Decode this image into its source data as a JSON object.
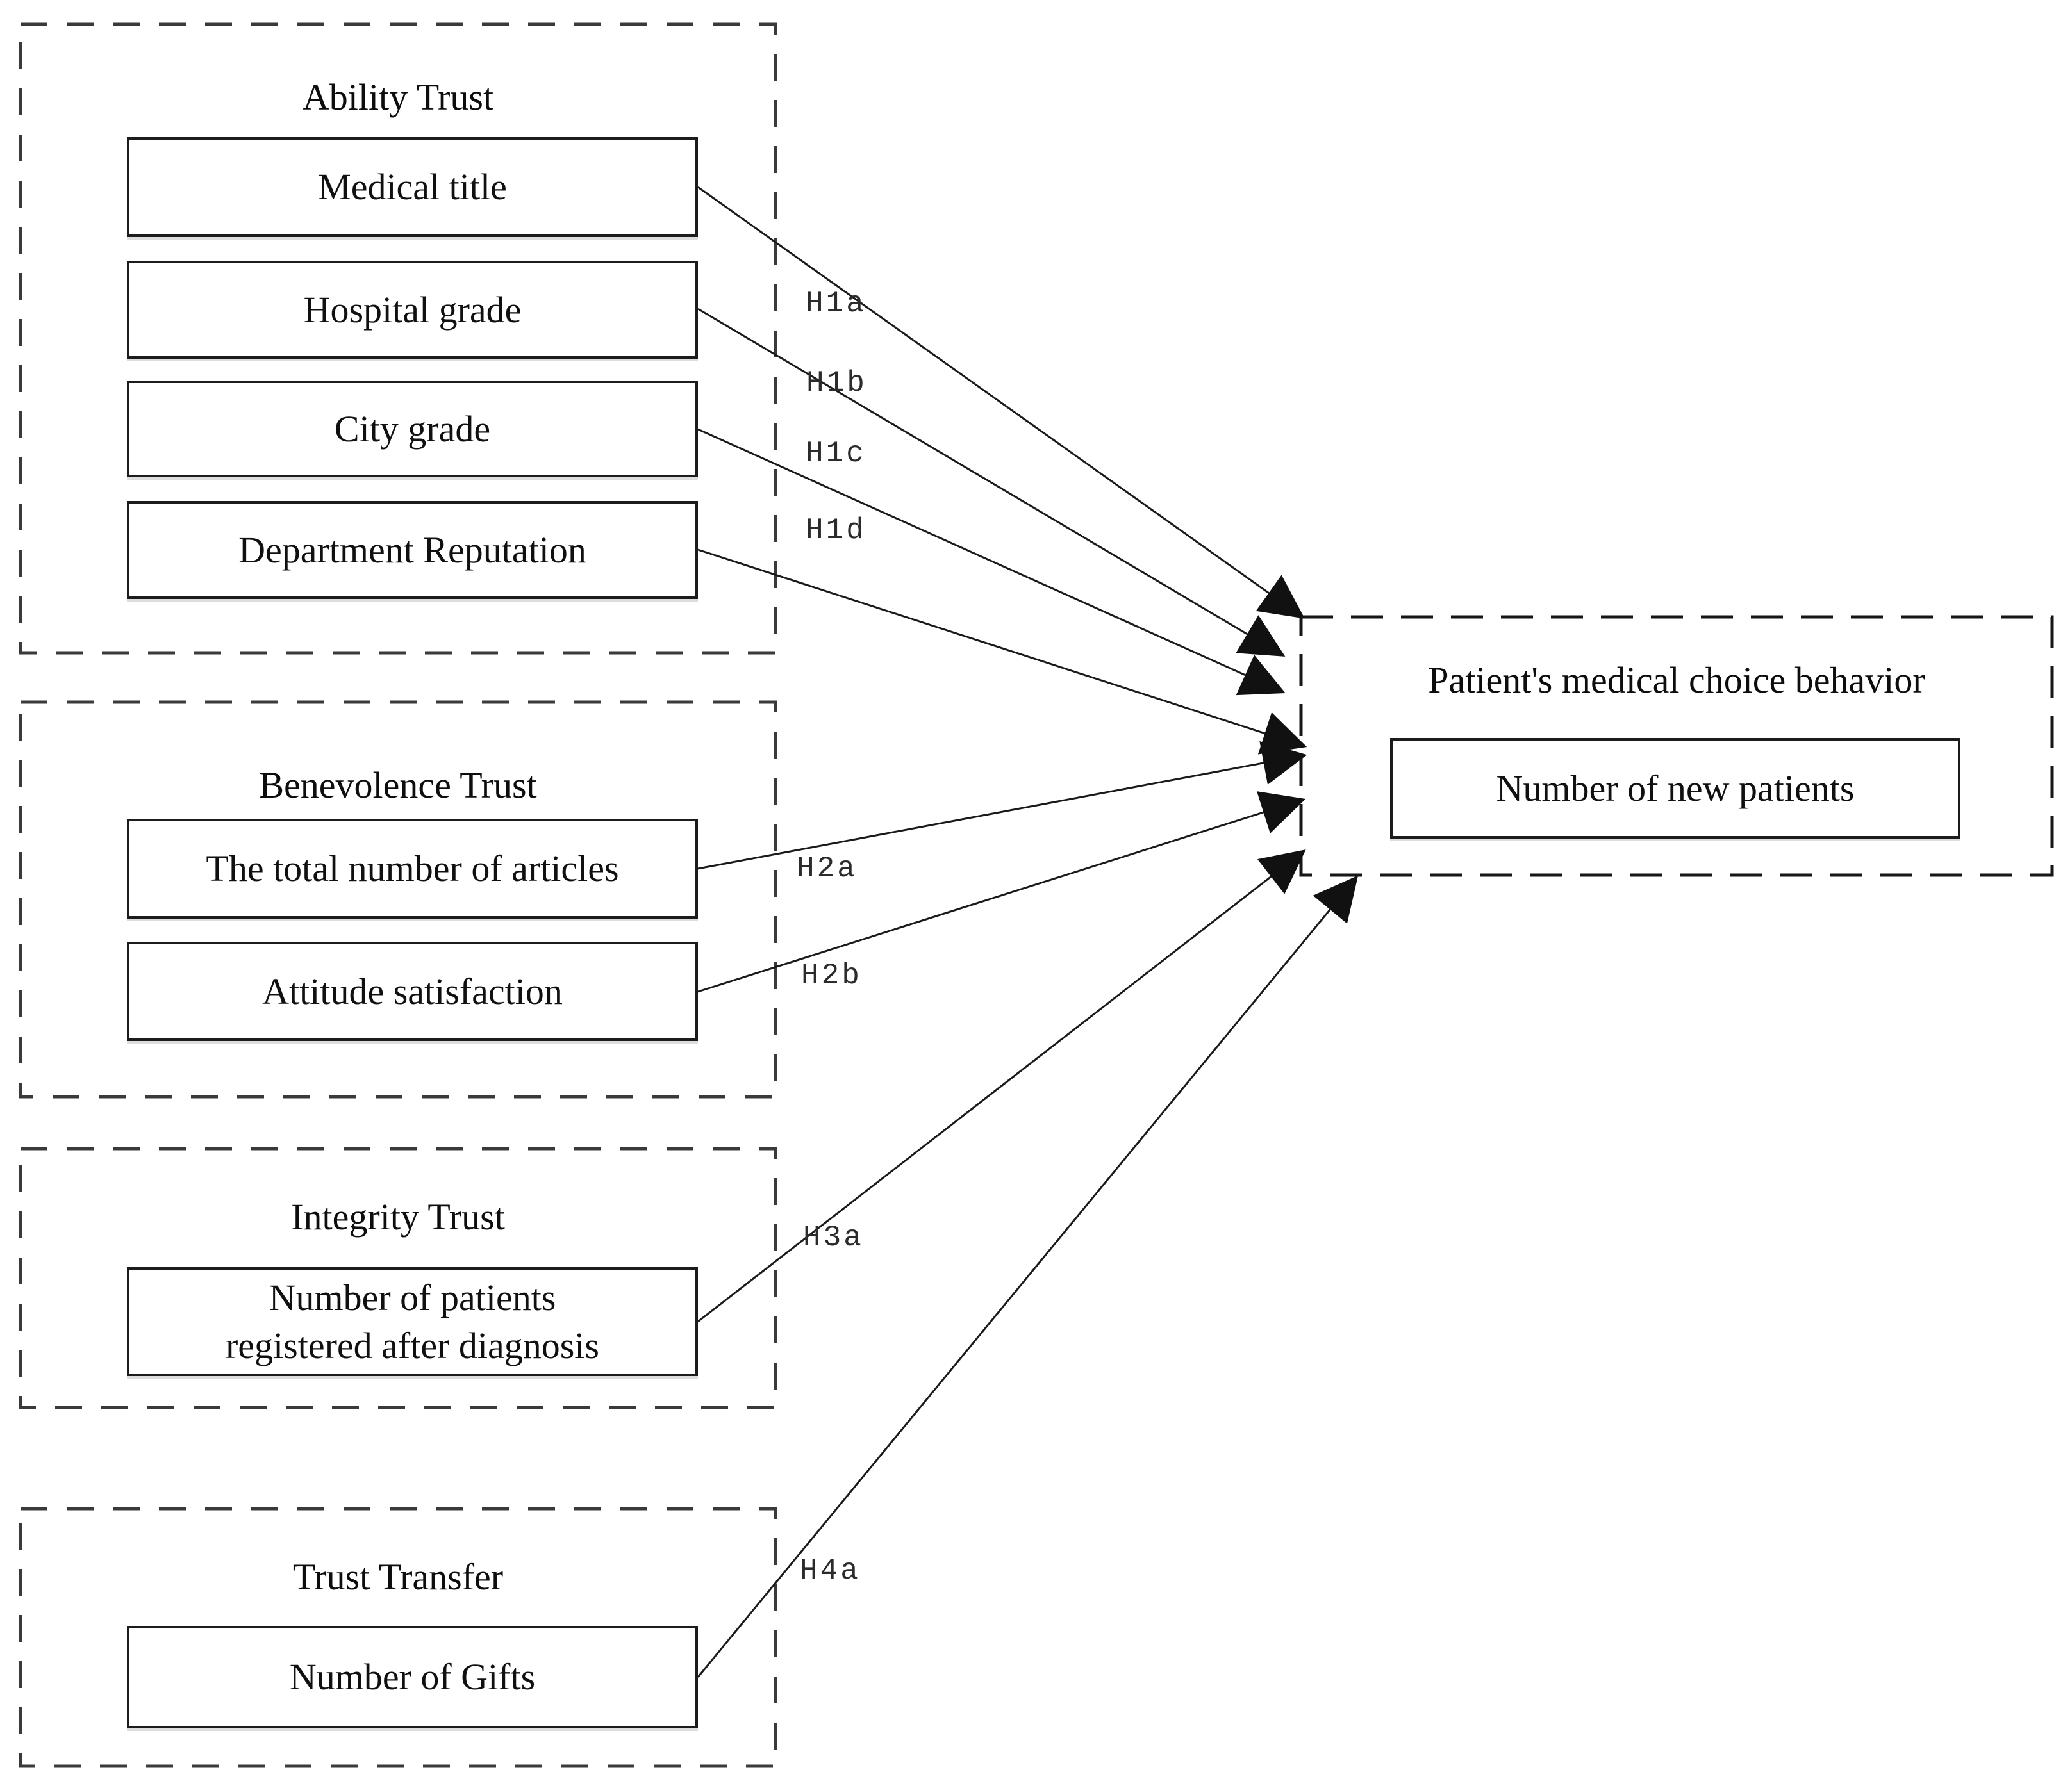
{
  "diagram": {
    "groups": [
      {
        "title": "Ability Trust",
        "items": [
          "Medical title",
          "Hospital grade",
          "City grade",
          "Department Reputation"
        ]
      },
      {
        "title": "Benevolence Trust",
        "items": [
          "The total number of articles",
          "Attitude satisfaction"
        ]
      },
      {
        "title": "Integrity Trust",
        "items": [
          "Number of patients registered after diagnosis"
        ]
      },
      {
        "title": "Trust Transfer",
        "items": [
          "Number of Gifts"
        ]
      }
    ],
    "outcome": {
      "title": "Patient's medical choice behavior",
      "item": "Number of new patients"
    },
    "hypotheses": [
      "H1a",
      "H1b",
      "H1c",
      "H1d",
      "H2a",
      "H2b",
      "H3a",
      "H4a"
    ],
    "colors": {
      "arrow": "#1a1a1a",
      "solid_border": "#1c1c1c",
      "dashed_border": "#3a3a3a",
      "text": "#101010"
    }
  }
}
